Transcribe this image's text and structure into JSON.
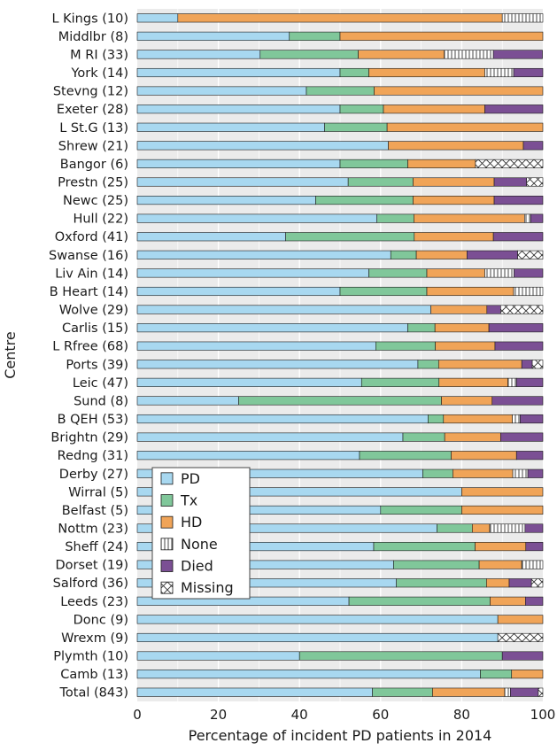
{
  "chart_data": {
    "type": "bar",
    "orientation": "horizontal",
    "stacked": true,
    "xlabel": "Percentage of incident PD patients in 2014",
    "ylabel": "Centre",
    "xlim": [
      0,
      100
    ],
    "xticks": [
      "0",
      "20",
      "40",
      "60",
      "80",
      "100"
    ],
    "grid": true,
    "legend_position": "lower-left",
    "categories": [
      "L Kings (10)",
      "Middlbr (8)",
      "M RI (33)",
      "York (14)",
      "Stevng (12)",
      "Exeter (28)",
      "L St.G (13)",
      "Shrew (21)",
      "Bangor (6)",
      "Prestn (25)",
      "Newc (25)",
      "Hull (22)",
      "Oxford (41)",
      "Swanse (16)",
      "Liv Ain (14)",
      "B Heart (14)",
      "Wolve (29)",
      "Carlis (15)",
      "L Rfree (68)",
      "Ports (39)",
      "Leic (47)",
      "Sund (8)",
      "B QEH (53)",
      "Brightn (29)",
      "Redng (31)",
      "Derby (27)",
      "Wirral (5)",
      "Belfast (5)",
      "Nottm (23)",
      "Sheff (24)",
      "Dorset (19)",
      "Salford (36)",
      "Leeds (23)",
      "Donc (9)",
      "Wrexm (9)",
      "Plymth (10)",
      "Camb (13)",
      "Total (843)"
    ],
    "series": [
      {
        "name": "PD",
        "color": "#a8d8f0",
        "pattern": "solid",
        "values": [
          10,
          37.5,
          30.3,
          50,
          41.7,
          50,
          46.2,
          61.9,
          50,
          52,
          44,
          59.1,
          36.6,
          62.5,
          57.1,
          50,
          72.4,
          66.7,
          58.8,
          69.2,
          55.3,
          25,
          71.7,
          65.5,
          54.8,
          70.4,
          80,
          60,
          73.9,
          58.3,
          63.2,
          63.9,
          52.2,
          88.9,
          88.9,
          40,
          84.6,
          58
        ]
      },
      {
        "name": "Tx",
        "color": "#80c79a",
        "pattern": "solid",
        "values": [
          0,
          12.5,
          24.2,
          7.1,
          16.7,
          10.7,
          15.4,
          0,
          16.7,
          16,
          24,
          9.1,
          31.7,
          6.3,
          14.3,
          21.4,
          0,
          6.7,
          14.7,
          5.1,
          19.1,
          50,
          3.8,
          10.3,
          22.6,
          7.4,
          0,
          20,
          8.7,
          25,
          21.1,
          22.2,
          34.8,
          0,
          0,
          50,
          7.7,
          14.8
        ]
      },
      {
        "name": "HD",
        "color": "#f0a458",
        "pattern": "solid",
        "values": [
          80,
          50,
          21.2,
          28.6,
          41.6,
          25,
          38.4,
          33.3,
          16.7,
          20,
          20,
          27.3,
          19.5,
          12.5,
          14.3,
          21.4,
          13.8,
          13.3,
          14.7,
          20.5,
          17,
          12.5,
          17,
          13.8,
          16.1,
          14.8,
          20,
          20,
          4.3,
          12.5,
          10.5,
          5.6,
          8.7,
          11.1,
          0,
          0,
          7.7,
          17.8
        ]
      },
      {
        "name": "None",
        "color": "#ffffff",
        "pattern": "vertical-lines",
        "values": [
          10,
          0,
          12.1,
          7.1,
          0,
          0,
          0,
          0,
          0,
          0,
          0,
          1.5,
          0,
          0,
          7.2,
          7.2,
          0,
          0,
          0,
          0,
          2.1,
          0,
          1.9,
          0,
          0,
          3.7,
          0,
          0,
          8.7,
          0,
          5.2,
          0,
          0,
          0,
          0,
          0,
          0,
          1.4
        ]
      },
      {
        "name": "Died",
        "color": "#7b4f94",
        "pattern": "solid",
        "values": [
          0,
          0,
          12.1,
          7.2,
          0,
          14.3,
          0,
          4.8,
          0,
          8,
          12,
          3,
          12.2,
          12.5,
          7.1,
          0,
          3.4,
          13.3,
          11.8,
          2.6,
          6.5,
          12.5,
          5.6,
          10.4,
          6.5,
          3.7,
          0,
          0,
          4.4,
          4.2,
          0,
          5.5,
          4.3,
          0,
          0,
          10,
          0,
          6.9
        ]
      },
      {
        "name": "Missing",
        "color": "#ffffff",
        "pattern": "crosshatch",
        "values": [
          0,
          0,
          0,
          0,
          0,
          0,
          0,
          0,
          16.6,
          4,
          0,
          0,
          0,
          6.2,
          0,
          0,
          10.4,
          0,
          0,
          2.6,
          0,
          0,
          0,
          0,
          0,
          0,
          0,
          0,
          0,
          0,
          0,
          2.8,
          0,
          0,
          11.1,
          0,
          0,
          1.1
        ]
      }
    ]
  }
}
